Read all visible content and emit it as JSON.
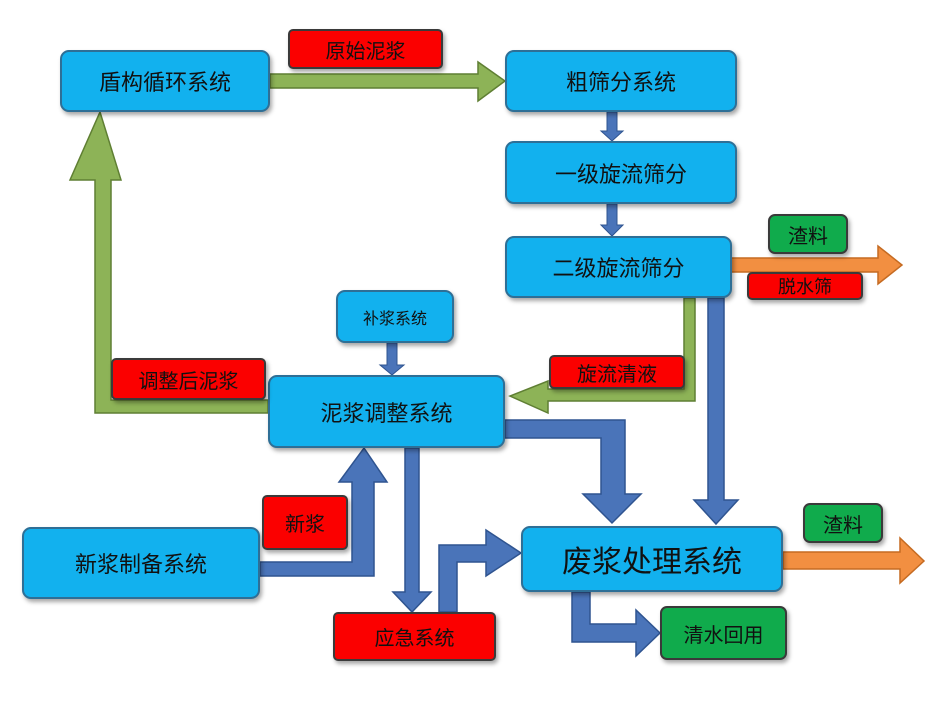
{
  "nodes": {
    "shield": "盾构循环系统",
    "coarse": "粗筛分系统",
    "cyclone1": "一级旋流筛分",
    "cyclone2": "二级旋流筛分",
    "supply": "补浆系统",
    "adjust": "泥浆调整系统",
    "newprep": "新浆制备系统",
    "waste": "废浆处理系统",
    "emergency": "应急系统",
    "reuse": "清水回用"
  },
  "labels": {
    "raw_mud": "原始泥浆",
    "slag_top": "渣料",
    "dewater": "脱水筛",
    "overflow": "旋流清液",
    "adjusted_mud": "调整后泥浆",
    "new_mud": "新浆",
    "slag_bottom": "渣料"
  },
  "colors": {
    "node_fill": "#12b1ee",
    "label_red": "#fb0000",
    "label_green": "#10ab4c",
    "arrow_green": "#8db357",
    "arrow_blue": "#4a74b9",
    "arrow_orange": "#f28f41"
  }
}
